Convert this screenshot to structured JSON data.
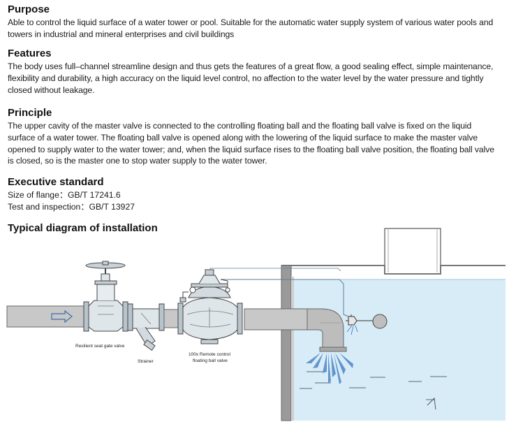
{
  "sections": {
    "purpose": {
      "heading": "Purpose",
      "text": "Able to control the liquid surface of a water tower or pool. Suitable for the automatic water supply system of various water pools and towers in industrial and mineral enterprises and civil buildings"
    },
    "features": {
      "heading": "Features",
      "text": "The body uses full–channel streamline design and thus gets the features of a great flow, a good sealing effect, simple maintenance, flexibility and durability, a high accuracy on the liquid level control, no affection to the water level by the water pressure and tightly closed without leakage."
    },
    "principle": {
      "heading": "Principle",
      "text": "The upper cavity of the master valve is connected to the controlling floating ball and the floating ball valve is fixed on the liquid surface of a water tower. The floating ball valve is opened along with the lowering of the liquid surface to make the master valve opened to supply water to the water tower; and, when the liquid surface rises to the floating ball valve position, the floating ball valve is closed, so is the master one to stop water supply to the water tower."
    },
    "executive_standard": {
      "heading": "Executive standard",
      "lines": [
        "Size of flange：GB/T 17241.6",
        "Test and inspection：GB/T 13927"
      ]
    },
    "diagram": {
      "heading": "Typical diagram of installation",
      "labels": {
        "gate_valve": "Resilient seat gate valve",
        "strainer": "Strainer",
        "valve_line1": "100x  Remote control",
        "valve_line2": "floating ball valve"
      }
    }
  },
  "colors": {
    "pipe": "#c8c8c8",
    "pipe_stroke": "#555555",
    "water": "#d7ecf7",
    "tank_wall": "#8a8a8a",
    "control_line": "#5f7f95"
  }
}
